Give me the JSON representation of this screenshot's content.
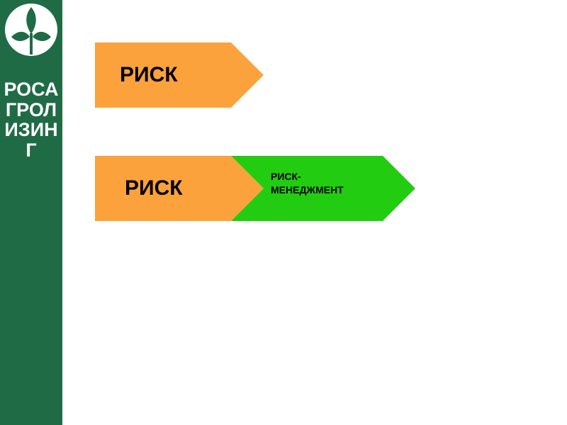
{
  "brand": {
    "vertical_text": "РОСАГРОЛИЗИНГ",
    "logo_icon": "sprout-in-circle-icon",
    "colors": {
      "sidebar": "#1f6b45",
      "logo_fill": "#ffffff"
    }
  },
  "diagram": {
    "row1": {
      "label": "РИСК",
      "color": "#fba23c"
    },
    "row2": {
      "left": {
        "label": "РИСК",
        "color": "#fba23c"
      },
      "right": {
        "label": "РИСК-\nМЕНЕДЖМЕНТ",
        "label_line1": "РИСК-",
        "label_line2": "МЕНЕДЖМЕНТ",
        "color": "#22cc11"
      }
    }
  }
}
